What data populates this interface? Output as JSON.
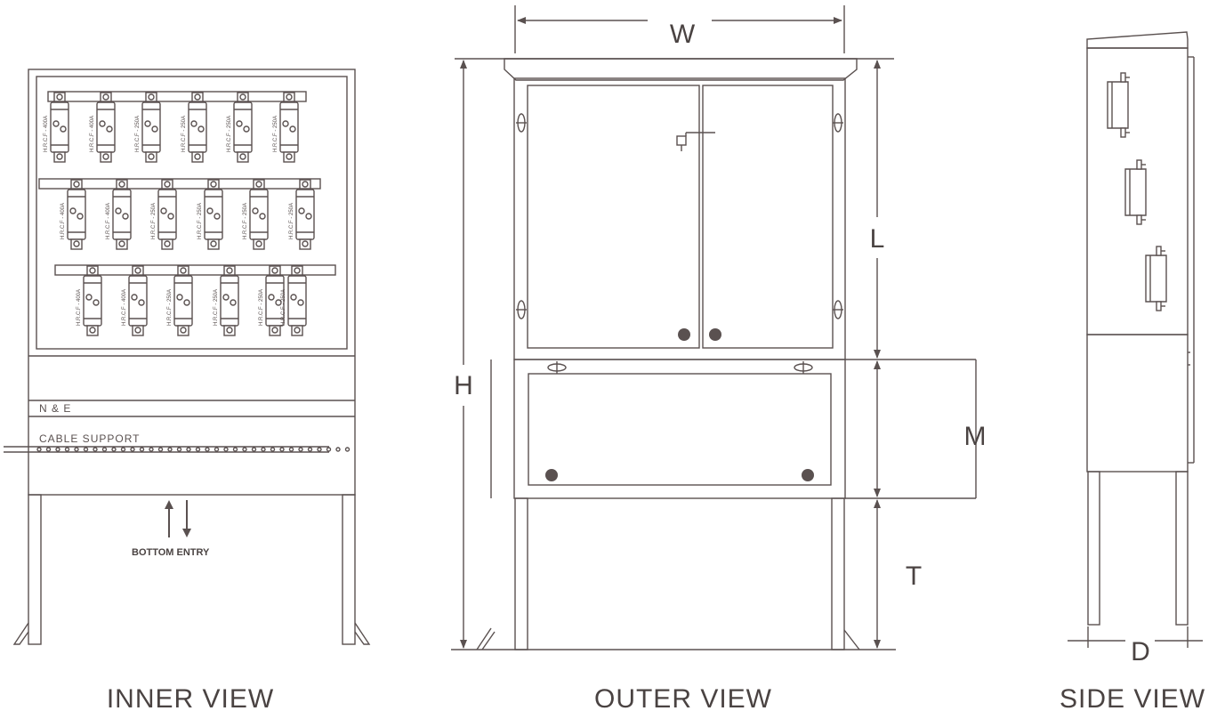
{
  "inner_view": {
    "title": "INNER VIEW",
    "ne_label": "N & E",
    "cable_support_label": "CABLE SUPPORT",
    "bottom_entry_label": "BOTTOM ENTRY",
    "row1_fuses": [
      "H.R.C.F - 400A",
      "H.R.C.F - 400A",
      "H.R.C.F - 250A",
      "H.R.C.F - 250A",
      "H.R.C.F - 250A",
      "H.R.C.F - 250A"
    ],
    "row2_fuses": [
      "H.R.C.F - 400A",
      "H.R.C.F - 400A",
      "H.R.C.F - 250A",
      "H.R.C.F - 250A",
      "H.R.C.F - 250A",
      "H.R.C.F - 250A"
    ],
    "row3_fuses": [
      "H.R.C.F - 400A",
      "H.R.C.F - 400A",
      "H.R.C.F - 250A",
      "H.R.C.F - 250A",
      "H.R.C.F - 250A",
      "H.R.C.F - 250A"
    ]
  },
  "outer_view": {
    "title": "OUTER VIEW",
    "dim_w": "W",
    "dim_h": "H",
    "dim_l": "L",
    "dim_m": "M",
    "dim_t": "T"
  },
  "side_view": {
    "title": "SIDE VIEW",
    "dim_d": "D"
  },
  "colors": {
    "line": "#5a5150",
    "text": "#4a4342",
    "background": "#ffffff"
  }
}
